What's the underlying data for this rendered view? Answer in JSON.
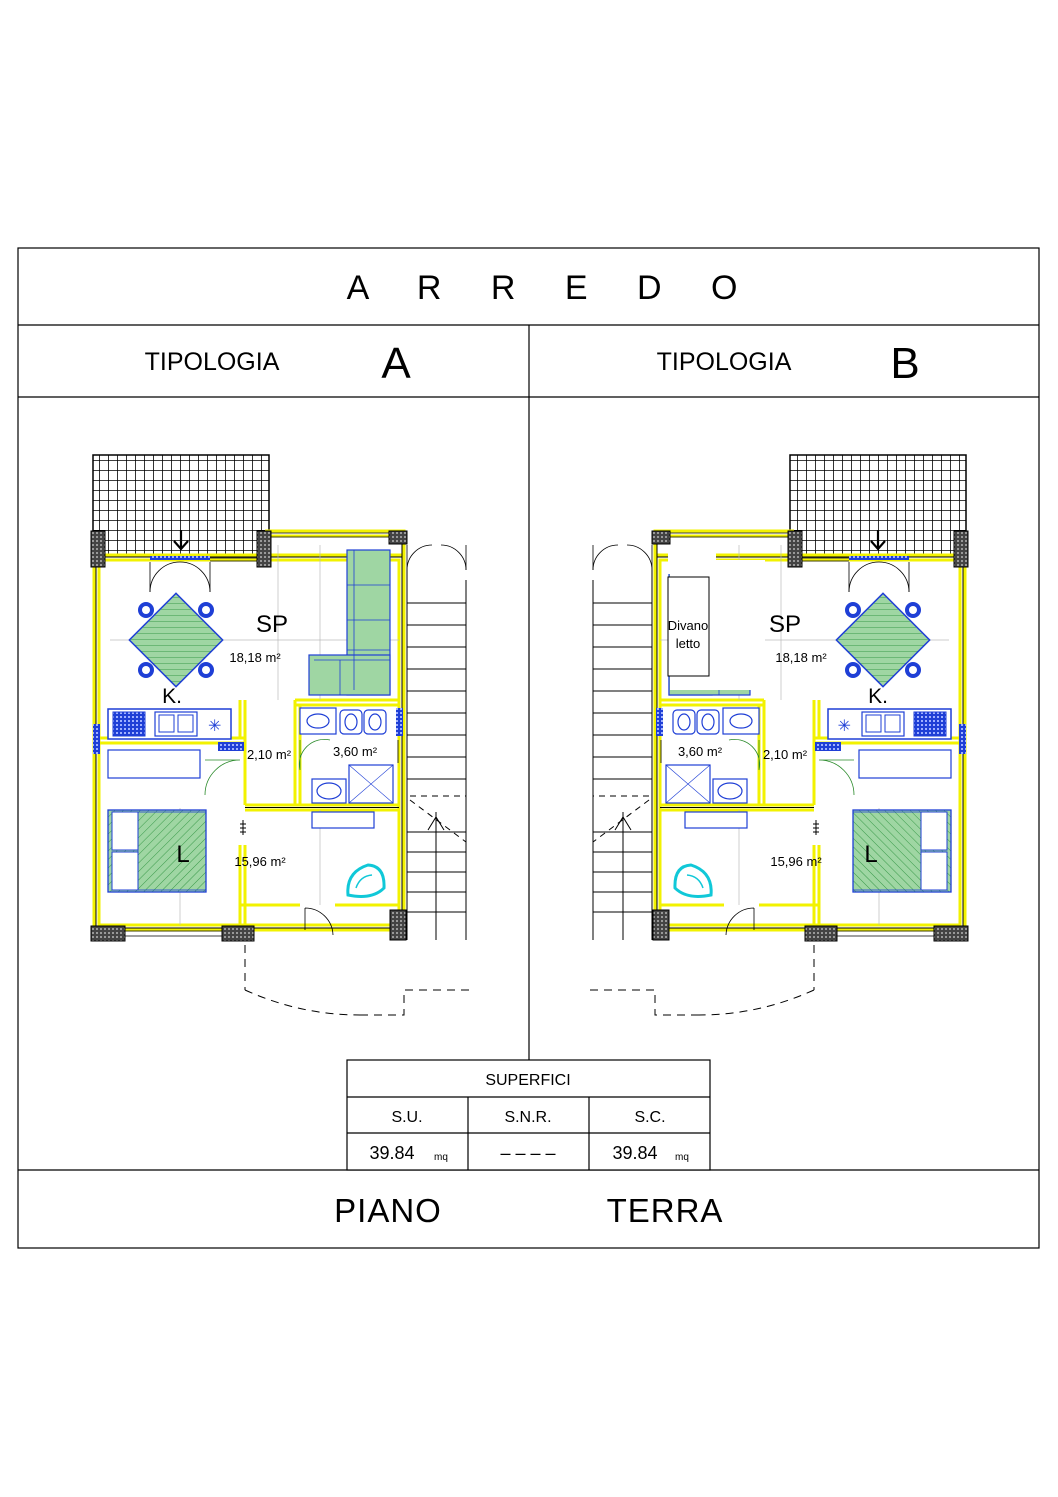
{
  "title": "A R R E D O",
  "tipologie": [
    {
      "label": "TIPOLOGIA",
      "letter": "A",
      "rooms": {
        "sp_code": "SP",
        "sp_area": "18,18 m²",
        "k_code": "K.",
        "wc_small_area": "2,10 m²",
        "bath_area": "3,60 m²",
        "l_code": "L",
        "l_area": "15,96 m²"
      }
    },
    {
      "label": "TIPOLOGIA",
      "letter": "B",
      "sofa_label_1": "Divano",
      "sofa_label_2": "letto",
      "rooms": {
        "sp_code": "SP",
        "sp_area": "18,18 m²",
        "k_code": "K.",
        "wc_small_area": "2,10 m²",
        "bath_area": "3,60 m²",
        "l_code": "L",
        "l_area": "15,96 m²"
      }
    }
  ],
  "superfici": {
    "header": "SUPERFICI",
    "columns": [
      "S.U.",
      "S.N.R.",
      "S.C."
    ],
    "values": [
      {
        "value": "39.84",
        "unit": "mq"
      },
      {
        "value": "– – – –",
        "unit": ""
      },
      {
        "value": "39.84",
        "unit": "mq"
      }
    ]
  },
  "footer": {
    "left": "PIANO",
    "right": "TERRA"
  },
  "colors": {
    "wall": "#f2f200",
    "furniture": "#1f3fd6",
    "green_fill": "#9fd6a3",
    "cyan": "#10c8d8"
  }
}
